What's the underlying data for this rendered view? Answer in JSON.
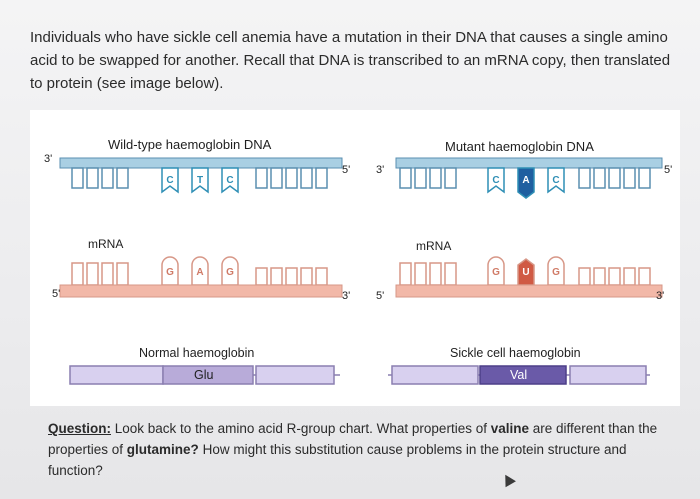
{
  "intro": "Individuals who have sickle cell anemia have a mutation in their DNA that causes a single amino acid to be swapped for another. Recall that DNA is transcribed to an mRNA copy, then translated to protein (see image below).",
  "figure": {
    "wildtype_dna_title": "Wild-type haemoglobin DNA",
    "mutant_dna_title": "Mutant haemoglobin DNA",
    "wildtype_dna_end_left": "3'",
    "wildtype_dna_end_right": "5'",
    "mutant_dna_end_left": "3'",
    "mutant_dna_end_right": "5'",
    "wildtype_dna_codon": [
      "C",
      "T",
      "C"
    ],
    "mutant_dna_codon": [
      "C",
      "A",
      "C"
    ],
    "mrna_label": "mRNA",
    "wildtype_mrna_codon": [
      "G",
      "A",
      "G"
    ],
    "mutant_mrna_codon": [
      "G",
      "U",
      "G"
    ],
    "wildtype_mrna_end_left": "5'",
    "wildtype_mrna_end_right": "3'",
    "mutant_mrna_end_left": "5'",
    "mutant_mrna_end_right": "3'",
    "normal_protein_label": "Normal haemoglobin",
    "mutant_protein_label": "Sickle cell haemoglobin",
    "normal_amino_acid": "Glu",
    "mutant_amino_acid": "Val",
    "colors": {
      "dna_backbone": "#a9cfe3",
      "dna_outline": "#2f8fb5",
      "mutated_dna_base": "#1f5fa0",
      "mrna_backbone": "#f2b8a8",
      "mutated_mrna_base": "#d05a44",
      "protein": "#d8d0ef",
      "mutated_protein": "#6a5aa8"
    }
  },
  "question": {
    "label": "Question:",
    "text_part1": "Look back to the amino acid R-group chart. What properties of ",
    "bold_valine": "valine",
    "text_part2": " are different than the properties of ",
    "bold_glutamine": "glutamine?",
    "text_part3": " How might this substitution cause problems in the protein structure and function?"
  }
}
